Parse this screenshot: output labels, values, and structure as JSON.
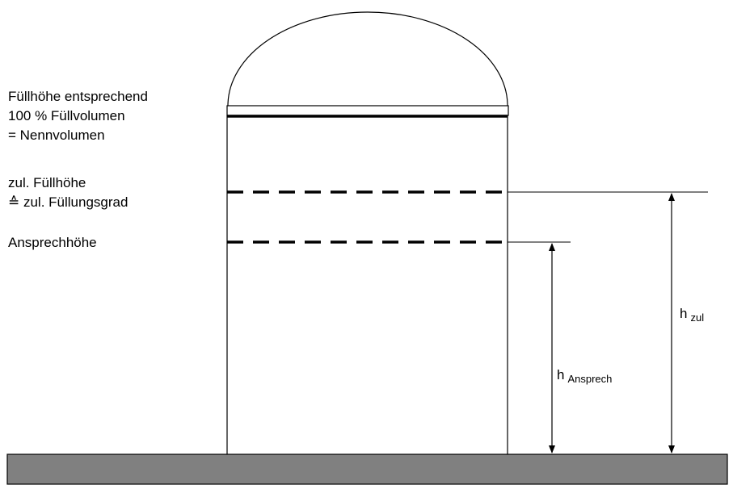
{
  "labels": {
    "nominal_line1": "Füllhöhe entsprechend",
    "nominal_line2": "100 % Füllvolumen",
    "nominal_line3": "= Nennvolumen",
    "permitted_line1": "zul. Füllhöhe",
    "permitted_line2": "≙ zul. Füllungsgrad",
    "trigger": "Ansprechhöhe"
  },
  "dimensions": {
    "h_zul_main": "h",
    "h_zul_sub": "zul",
    "h_ansprech_main": "h",
    "h_ansprech_sub": "Ansprech"
  },
  "colors": {
    "ground": "#808080",
    "lines": "#000000"
  }
}
